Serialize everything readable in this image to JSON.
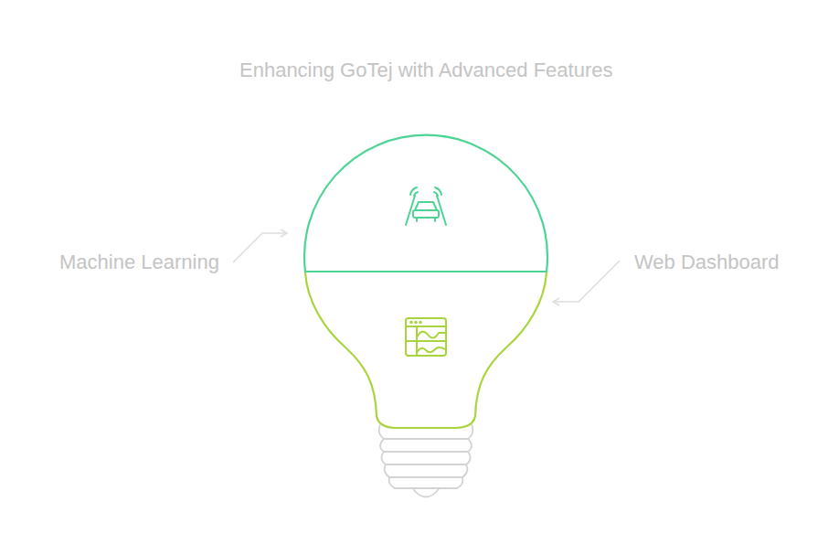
{
  "diagram": {
    "title": "Enhancing GoTej with Advanced Features",
    "labels": [
      "Machine Learning",
      "Web Dashboard"
    ]
  }
}
